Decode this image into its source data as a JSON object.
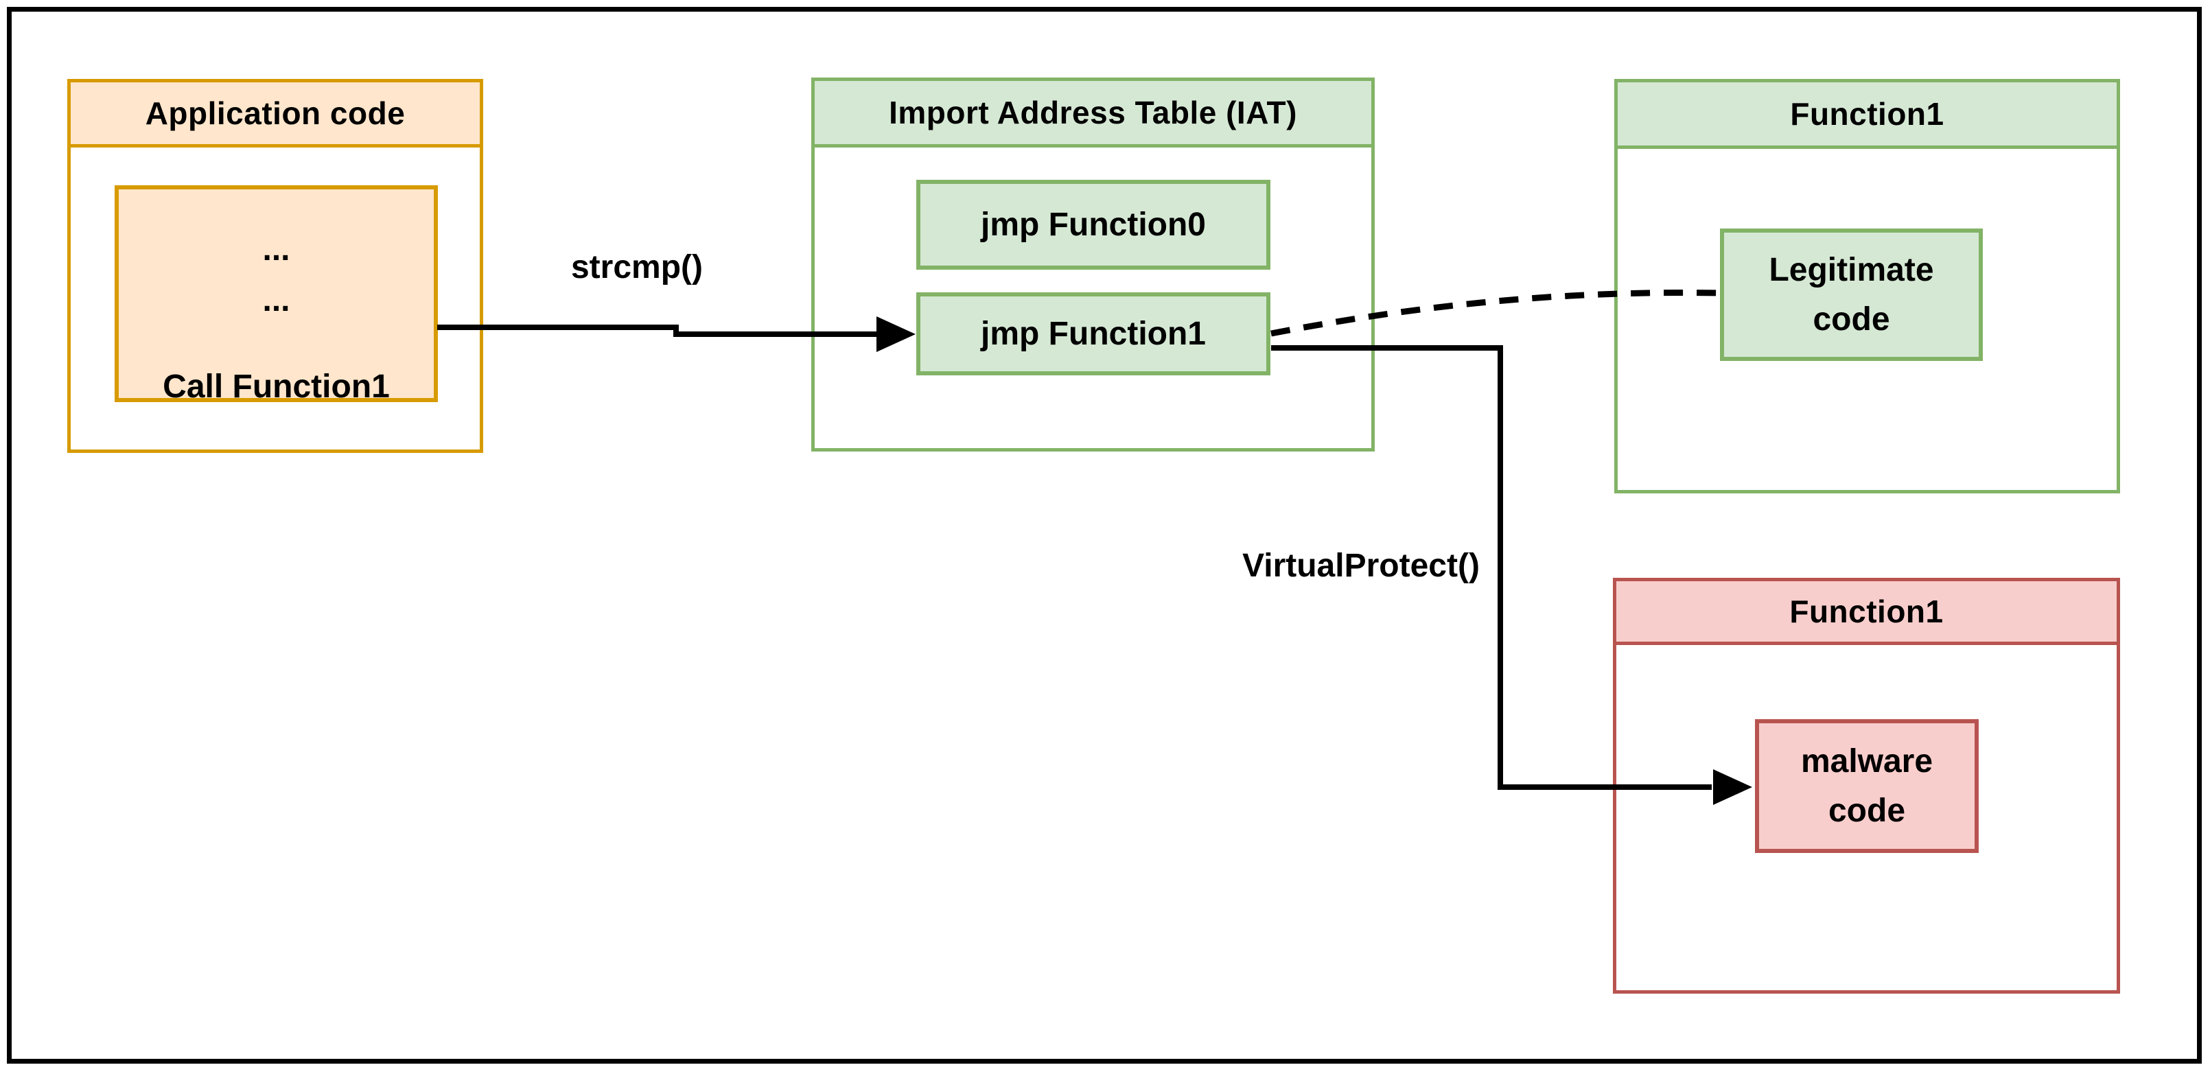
{
  "colors": {
    "orange_fill": "#FFE6CC",
    "orange_stroke": "#D79B00",
    "green_fill": "#D5E8D4",
    "green_stroke": "#82B366",
    "red_fill": "#F8CECC",
    "red_stroke": "#B85450",
    "connector": "#000000",
    "background": "#FFFFFF",
    "frame": "#000000"
  },
  "application_box": {
    "title": "Application code",
    "code_lines": [
      "...",
      "...",
      "Call Function1"
    ]
  },
  "iat_box": {
    "title": "Import Address Table (IAT)",
    "entries": [
      "jmp Function0",
      "jmp Function1"
    ]
  },
  "legitimate_function_box": {
    "title": "Function1",
    "body_lines": [
      "Legitimate",
      "code"
    ]
  },
  "malware_function_box": {
    "title": "Function1",
    "body_lines": [
      "malware",
      "code"
    ]
  },
  "edge_labels": {
    "strcmp": "strcmp()",
    "virtual_protect": "VirtualProtect()"
  }
}
